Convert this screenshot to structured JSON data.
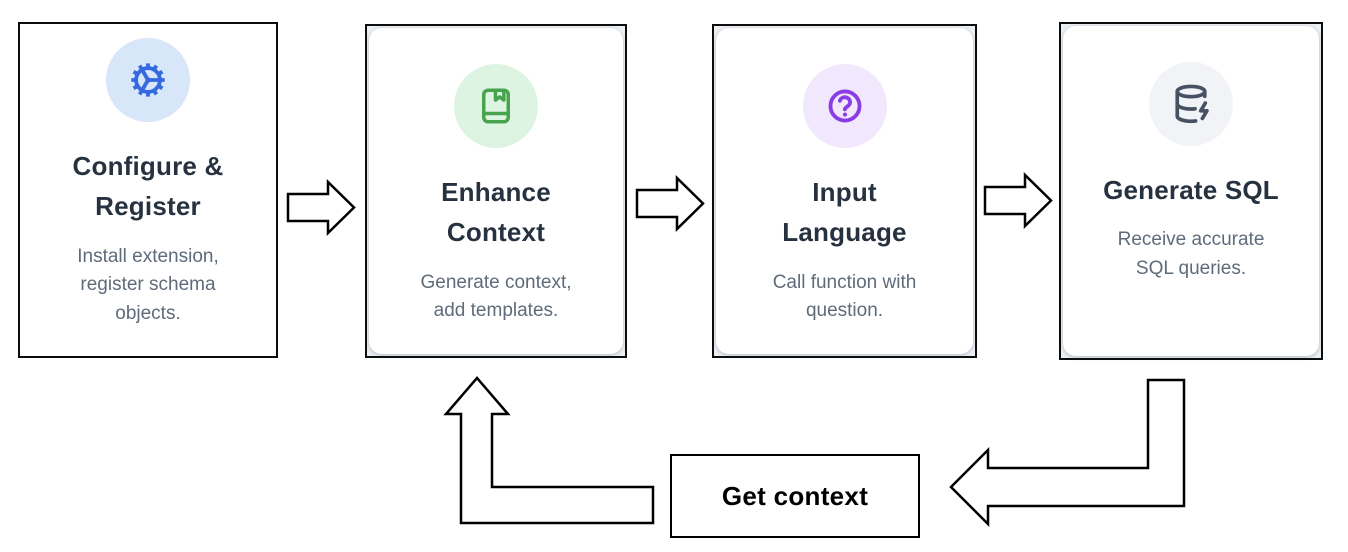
{
  "steps": [
    {
      "title": "Configure & Register",
      "title_lines": [
        "Configure &",
        "Register"
      ],
      "description": "Install extension, register schema objects.",
      "icon": "gear-icon",
      "icon_color": "#3569e0",
      "icon_bg": "#d8e6f9"
    },
    {
      "title": "Enhance Context",
      "title_lines": [
        "Enhance",
        "Context"
      ],
      "description": "Generate context, add templates.",
      "icon": "book-marked-icon",
      "icon_color": "#48a34e",
      "icon_bg": "#def4e3"
    },
    {
      "title": "Input Language",
      "title_lines": [
        "Input",
        "Language"
      ],
      "description": "Call function with question.",
      "icon": "help-circle-icon",
      "icon_color": "#8a3ce6",
      "icon_bg": "#f1e8fd"
    },
    {
      "title": "Generate SQL",
      "title_lines": [
        "Generate SQL"
      ],
      "description": "Receive accurate SQL queries.",
      "icon": "database-zap-icon",
      "icon_color": "#475163",
      "icon_bg": "#f1f3f6"
    }
  ],
  "loop": {
    "label": "Get context"
  },
  "colors": {
    "background": "#ffffff",
    "card_border": "#0d0d0d",
    "arrow_stroke": "#000000",
    "arrow_fill": "#ffffff",
    "title_text": "#273241",
    "description_text": "#5f6b7b"
  }
}
